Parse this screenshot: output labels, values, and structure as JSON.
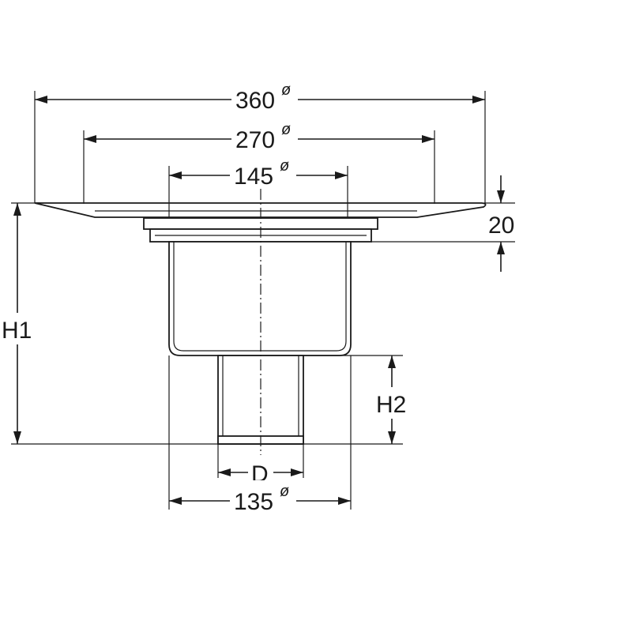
{
  "dimensions": {
    "d360": {
      "value": "360",
      "symbol": "ø"
    },
    "d270": {
      "value": "270",
      "symbol": "ø"
    },
    "d145": {
      "value": "145",
      "symbol": "ø"
    },
    "d135": {
      "value": "135",
      "symbol": "ø"
    },
    "flange_height": {
      "value": "20"
    },
    "h1": {
      "value": "H1"
    },
    "h2": {
      "value": "H2"
    },
    "d": {
      "value": "D"
    }
  }
}
